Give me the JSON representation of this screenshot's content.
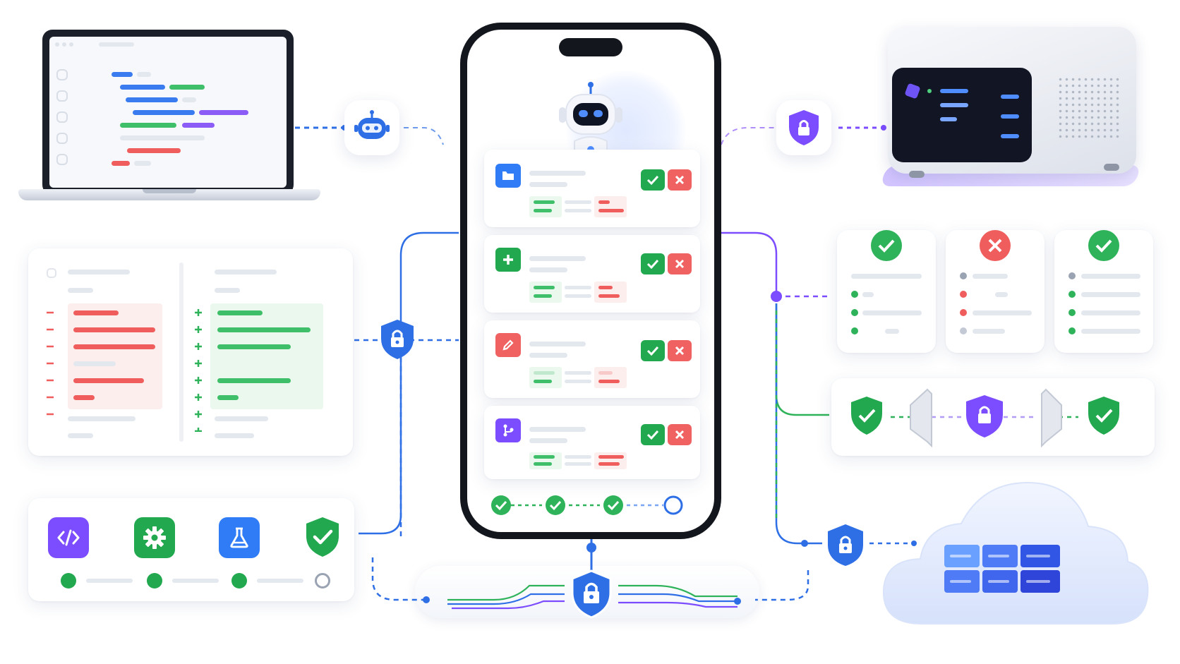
{
  "colors": {
    "green": "#2fb35a",
    "red": "#ef5d5d",
    "blue": "#2563eb",
    "purple": "#7c4dff",
    "lightGray": "#e3e7ee"
  },
  "phone": {
    "cards": [
      {
        "icon": "folder-icon",
        "color": "#2f7cf6"
      },
      {
        "icon": "plus-icon",
        "color": "#22a84f"
      },
      {
        "icon": "pencil-icon",
        "color": "#f06262"
      },
      {
        "icon": "git-branch-icon",
        "color": "#7c4dff"
      }
    ],
    "progress_steps": [
      "done",
      "done",
      "done",
      "pending"
    ]
  },
  "pipeline": {
    "stages": [
      {
        "icon": "code-icon",
        "color": "#7c4dff",
        "status": "done"
      },
      {
        "icon": "gear-icon",
        "color": "#22a84f",
        "status": "done"
      },
      {
        "icon": "flask-icon",
        "color": "#2f7cf6",
        "status": "done"
      },
      {
        "icon": "shield-check-icon",
        "color": "#22a84f",
        "status": "pending"
      }
    ]
  },
  "review_cards": [
    {
      "status": "approved",
      "color": "#2fb35a"
    },
    {
      "status": "rejected",
      "color": "#ef5d5d"
    },
    {
      "status": "approved",
      "color": "#2fb35a"
    }
  ],
  "security_chain": [
    "shield-check-icon",
    "gate-icon",
    "lock-shield-icon",
    "gate-icon",
    "shield-check-icon"
  ]
}
